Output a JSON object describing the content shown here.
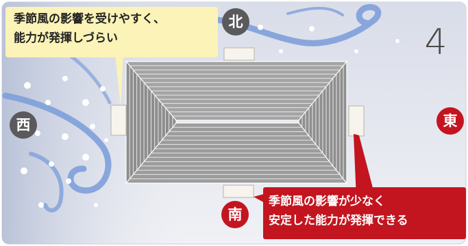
{
  "diagram": {
    "step_number": "4",
    "compass": {
      "north": "北",
      "south": "南",
      "east": "東",
      "west": "西"
    },
    "callouts": {
      "exposed_lines": [
        "季節風の影響を受けやすく、",
        "能力が発揮しづらい"
      ],
      "sheltered_lines": [
        "季節風の影響が少なく",
        "安定した能力が発揮できる"
      ]
    },
    "colors": {
      "accent_red": "#c3151f",
      "callout_yellow": "#fbf3b7",
      "wind_blue": "#7ea0da",
      "roof_gray": "#9a9a9a",
      "background_gradient_top": "#dde1ec",
      "background_gradient_bottom": "#eef0f4"
    }
  }
}
